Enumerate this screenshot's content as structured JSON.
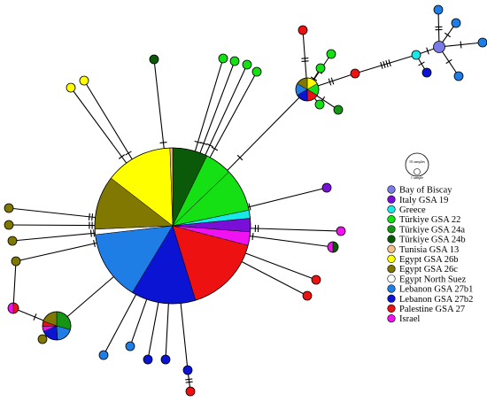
{
  "colors": {
    "bay_of_biscay": "#7b7be8",
    "italy_gsa_19": "#7a0fd8",
    "greece": "#19e8e8",
    "turkiye_gsa_22": "#14e014",
    "turkiye_gsa_24a": "#149614",
    "turkiye_gsa_24b": "#0a5a0a",
    "tunisia_gsa_13": "#f2c08a",
    "egypt_gsa_26b": "#ffff00",
    "egypt_gsa_26c": "#807800",
    "egypt_north_suez": "#ffffff",
    "lebanon_gsa_27b1": "#1e7ee6",
    "lebanon_gsa_27b2": "#0a14d2",
    "palestine_gsa_27": "#ee1111",
    "israel": "#f012f0"
  },
  "legend": {
    "items": [
      {
        "key": "bay_of_biscay",
        "label": "Bay of Biscay"
      },
      {
        "key": "italy_gsa_19",
        "label": "Italy GSA 19"
      },
      {
        "key": "greece",
        "label": "Greece"
      },
      {
        "key": "turkiye_gsa_22",
        "label": "Türkiye GSA 22"
      },
      {
        "key": "turkiye_gsa_24a",
        "label": "Türkiye GSA 24a"
      },
      {
        "key": "turkiye_gsa_24b",
        "label": "Türkiye GSA 24b"
      },
      {
        "key": "tunisia_gsa_13",
        "label": "Tunisia GSA 13"
      },
      {
        "key": "egypt_gsa_26b",
        "label": "Egypt GSA 26b"
      },
      {
        "key": "egypt_gsa_26c",
        "label": "Egypt GSA 26c"
      },
      {
        "key": "egypt_north_suez",
        "label": "Egypt North Suez"
      },
      {
        "key": "lebanon_gsa_27b1",
        "label": "Lebanon GSA 27b1"
      },
      {
        "key": "lebanon_gsa_27b2",
        "label": "Lebanon GSA 27b2"
      },
      {
        "key": "palestine_gsa_27",
        "label": "Palestine GSA 27"
      },
      {
        "key": "israel",
        "label": "Israel"
      }
    ]
  },
  "scale": {
    "large_label": "10 samples",
    "small_label": "1 sample"
  }
}
